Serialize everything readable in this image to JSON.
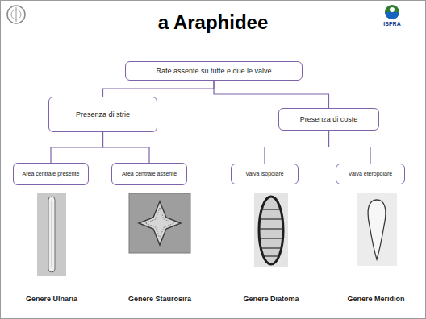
{
  "diagram": {
    "title": "a Araphidee",
    "nodes": [
      {
        "text": [
          "Rafe assente su tutte e due le valve"
        ]
      },
      {
        "text": [
          "Presenza di strie"
        ]
      },
      {
        "text": [
          "Presenza di coste"
        ]
      },
      {
        "text": [
          "Area centrale presente"
        ]
      },
      {
        "text": [
          "Area centrale assente"
        ]
      },
      {
        "text": [
          "Valva isopolare"
        ]
      },
      {
        "text": [
          "Valva eteropolare"
        ]
      }
    ],
    "edges": [
      {
        "from": 0,
        "to": 1,
        "arrow": "none"
      },
      {
        "from": 0,
        "to": 2,
        "arrow": "none"
      },
      {
        "from": 1,
        "to": 3,
        "arrow": "none"
      },
      {
        "from": 1,
        "to": 4,
        "arrow": "none"
      },
      {
        "from": 2,
        "to": 5,
        "arrow": "none"
      },
      {
        "from": 2,
        "to": 6,
        "arrow": "none"
      }
    ],
    "labels": [
      "ISPRA",
      "Genere Ulnaria",
      "Genere Staurosira",
      "Genere Diatoma",
      "Genere Meridion"
    ]
  }
}
